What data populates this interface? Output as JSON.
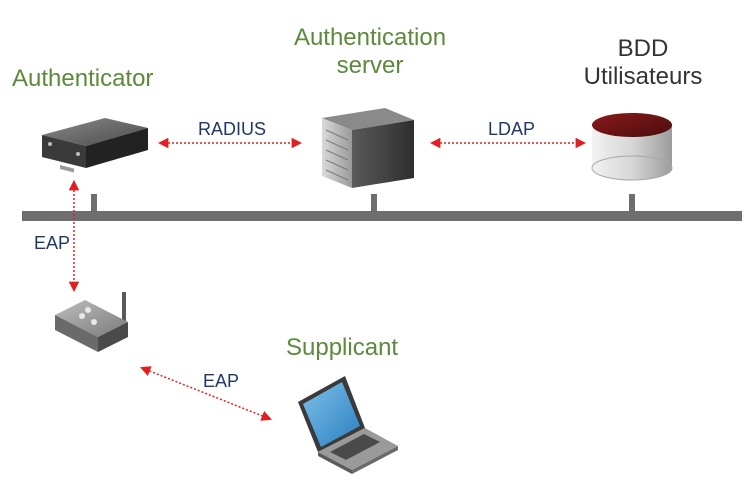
{
  "nodes": {
    "authenticator": {
      "label": "Authenticator",
      "icon": "rack-switch-icon"
    },
    "auth_server": {
      "line1": "Authentication",
      "line2": "server",
      "icon": "server-tower-icon"
    },
    "bdd": {
      "line1": "BDD",
      "line2": "Utilisateurs",
      "icon": "database-cylinder-icon"
    },
    "access_point": {
      "icon": "wireless-router-icon"
    },
    "supplicant": {
      "label": "Supplicant",
      "icon": "laptop-icon"
    }
  },
  "links": {
    "radius": "RADIUS",
    "ldap": "LDAP",
    "eap_vertical": "EAP",
    "eap_diagonal": "EAP"
  },
  "colors": {
    "role_label": "#5b8a3a",
    "protocol_label": "#1f3864",
    "link_arrow": "#e02020",
    "bus": "#6e6e6e"
  }
}
